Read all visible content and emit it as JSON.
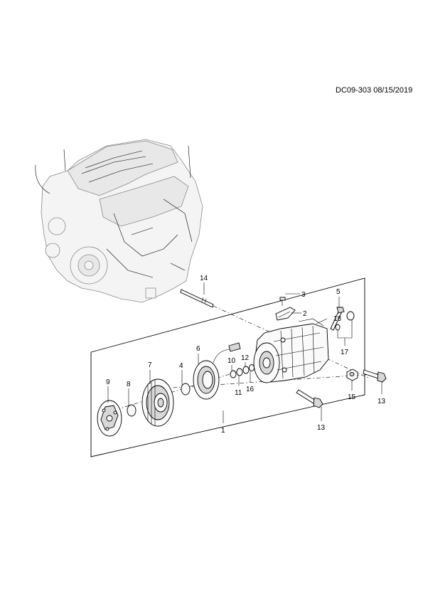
{
  "header": {
    "reference": "DC09-303 08/15/2019"
  },
  "callouts": [
    "1",
    "2",
    "3",
    "4",
    "5",
    "6",
    "7",
    "8",
    "9",
    "10",
    "11",
    "12",
    "13",
    "13",
    "14",
    "15",
    "16",
    "17",
    "18"
  ]
}
